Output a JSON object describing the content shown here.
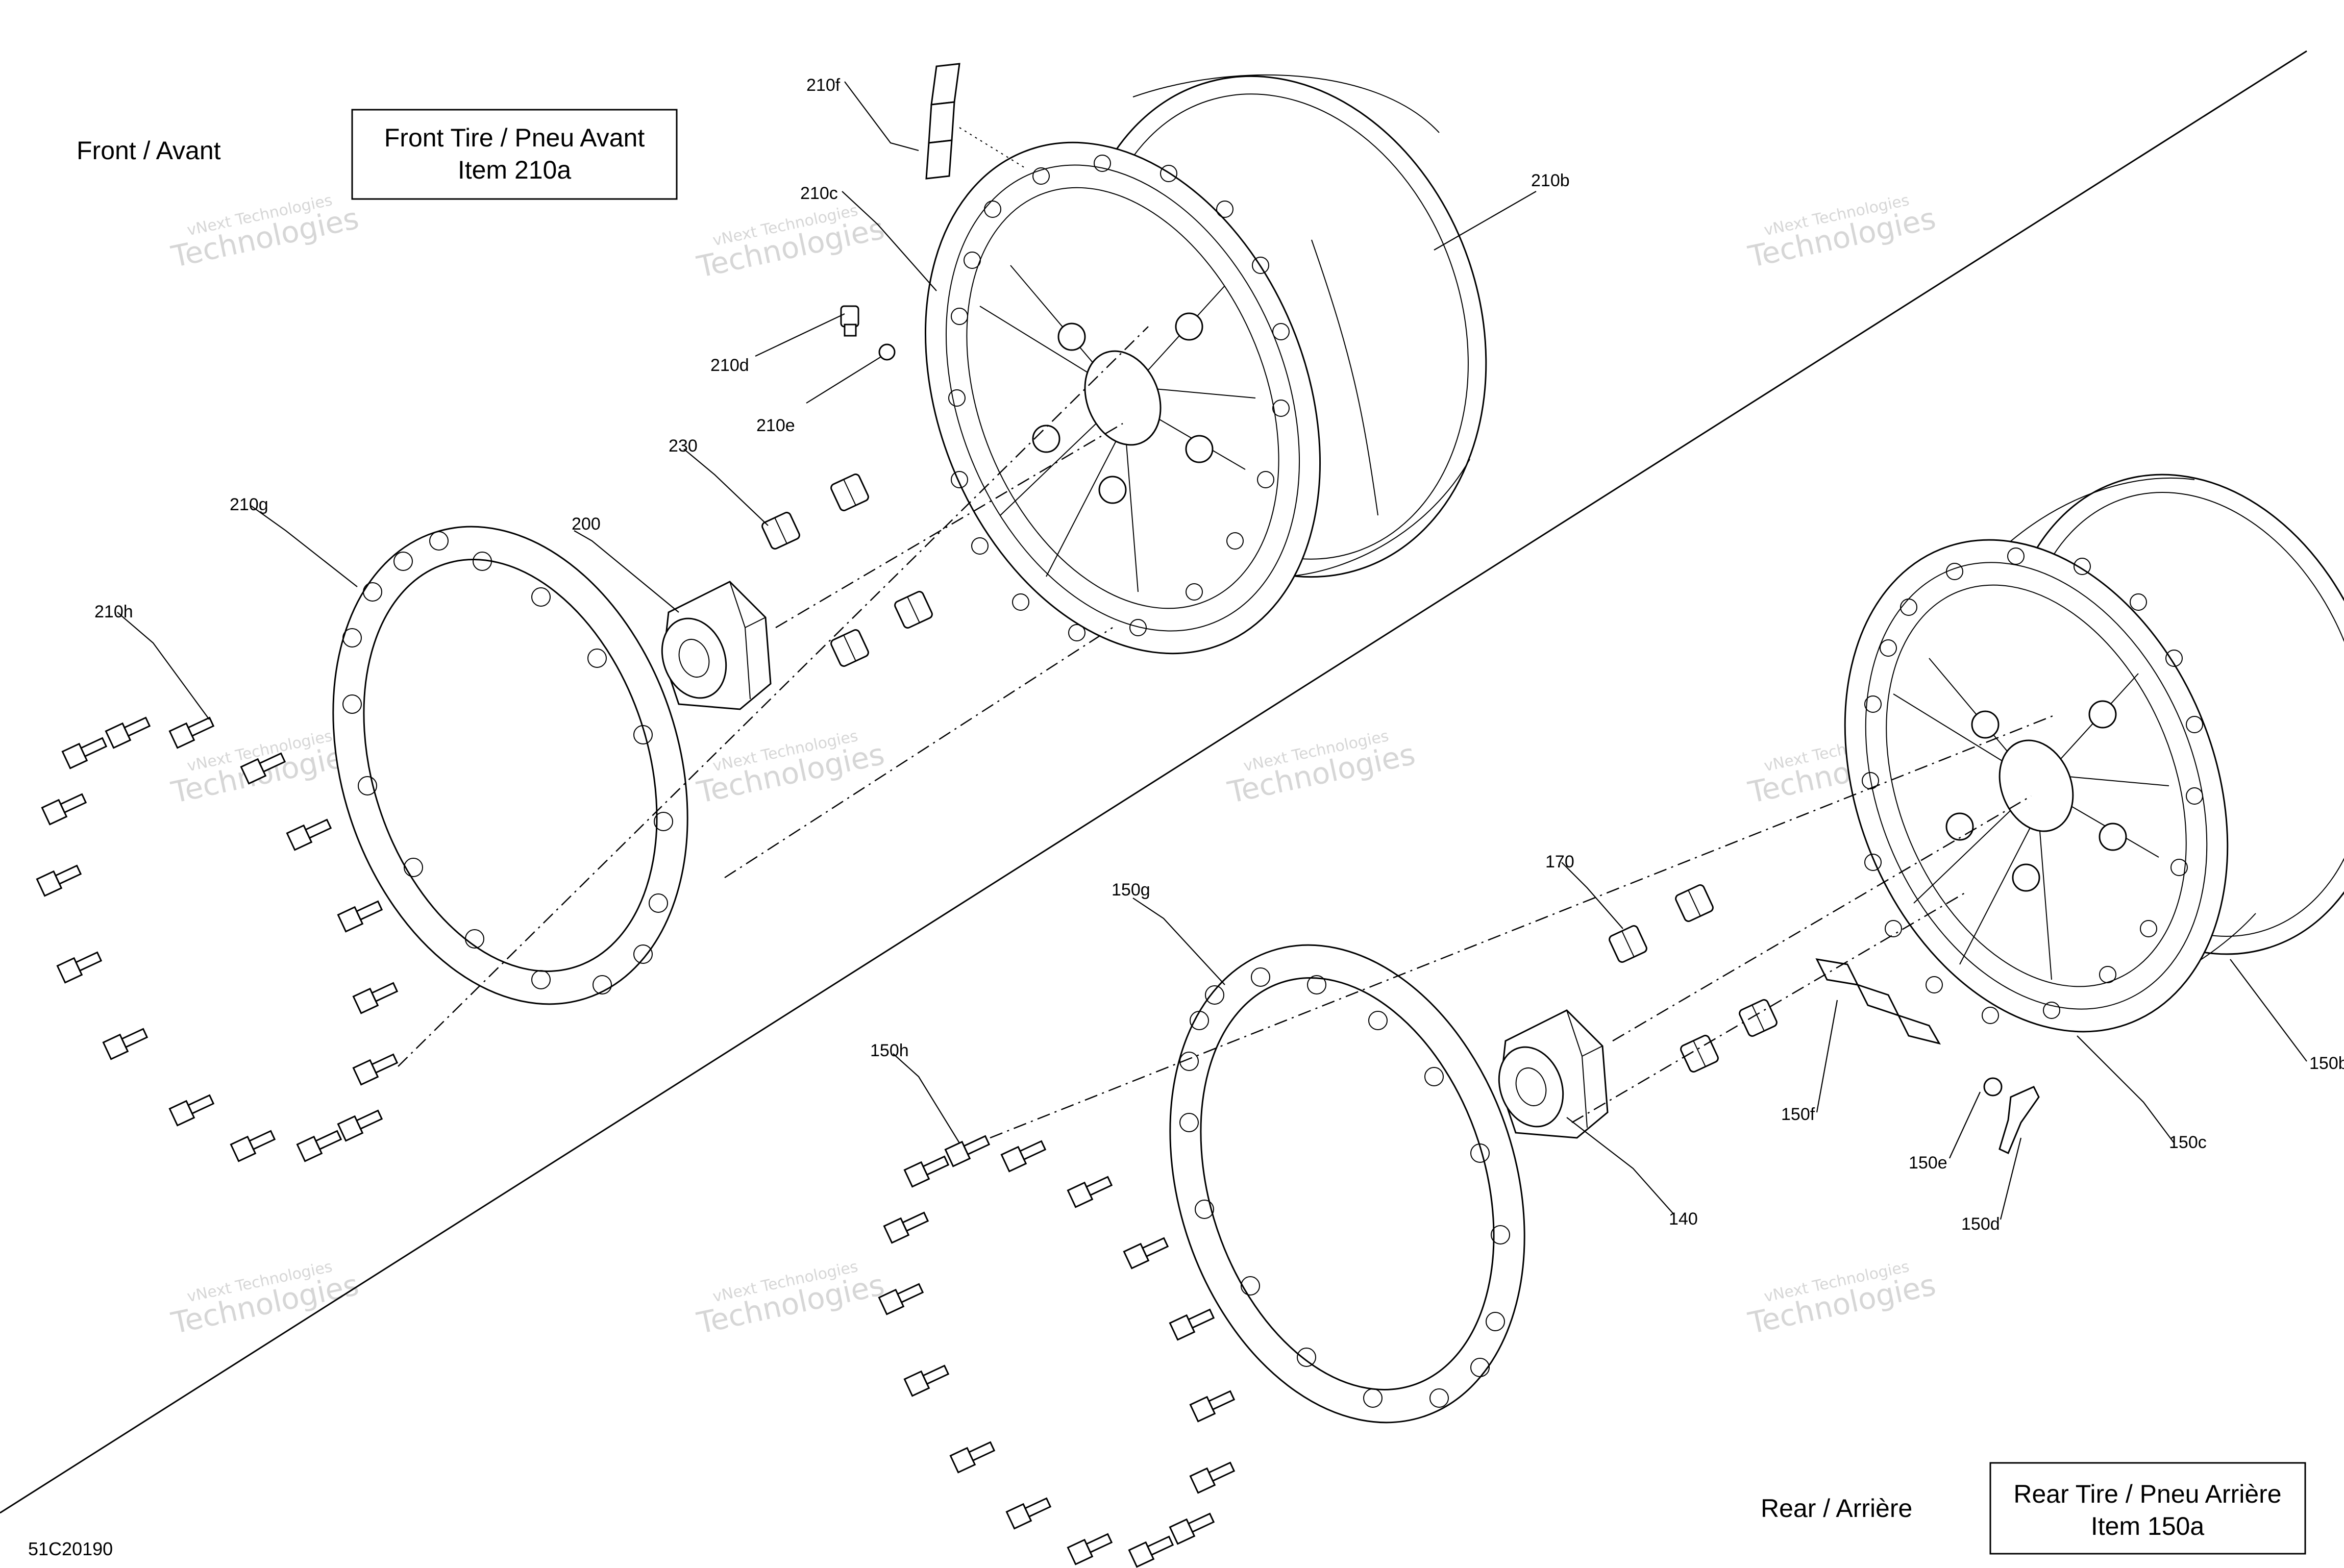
{
  "sections": {
    "front": {
      "label": "Front / Avant",
      "box_line1": "Front Tire / Pneu Avant",
      "box_line2": "Item 210a"
    },
    "rear": {
      "label": "Rear / Arrière",
      "box_line1": "Rear Tire / Pneu Arrière",
      "box_line2": "Item 150a"
    }
  },
  "drawing_number": "51C20190",
  "watermark": {
    "line1": "vNext Technologies",
    "line2": "Technologies"
  },
  "callouts": {
    "c210f": "210f",
    "c210c": "210c",
    "c210b": "210b",
    "c210d": "210d",
    "c210e": "210e",
    "c230": "230",
    "c210g": "210g",
    "c200": "200",
    "c210h": "210h",
    "c150g": "150g",
    "c170": "170",
    "c150h": "150h",
    "c150f": "150f",
    "c150e": "150e",
    "c150c": "150c",
    "c150d": "150d",
    "c140": "140",
    "c150b": "150b"
  }
}
